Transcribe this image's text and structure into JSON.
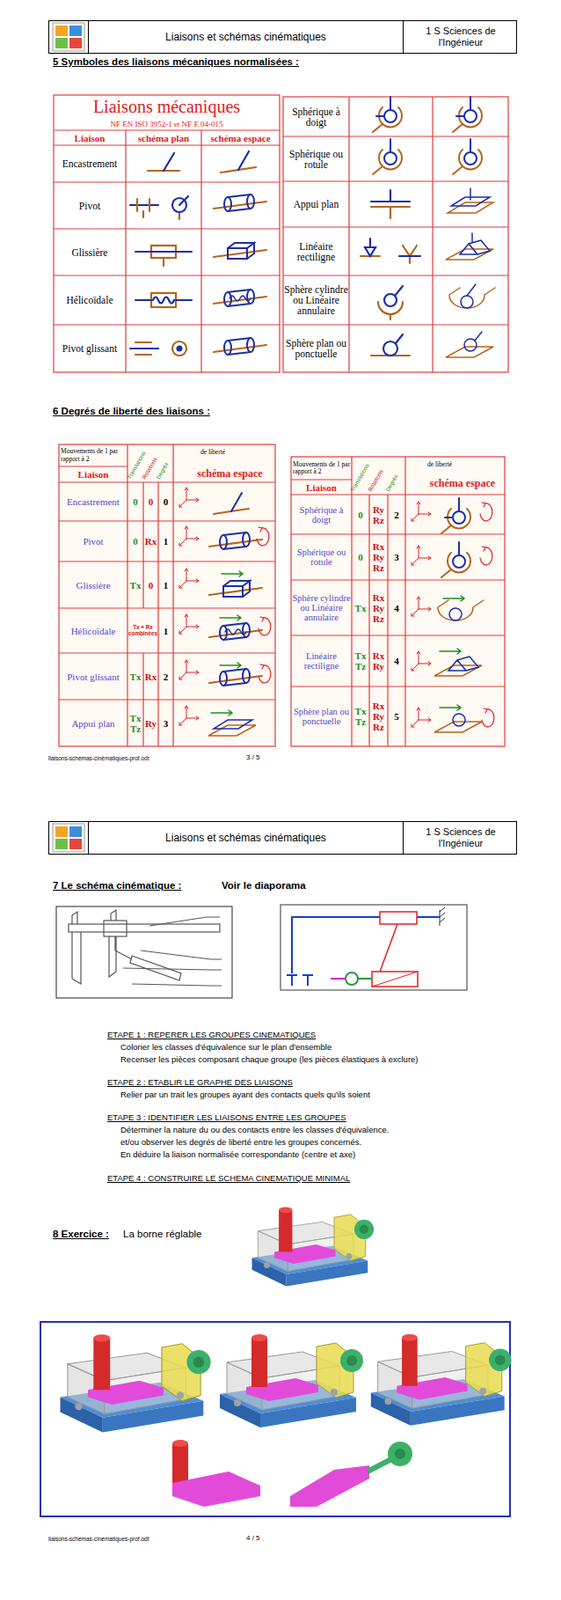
{
  "diagram": {
    "nodes": [
      {
        "text": [
          "Liaisons et schémas cinématiques",
          "1 S Sciences de l'Ingénieur"
        ]
      },
      {
        "text": [
          "Liaisons et schémas cinématiques",
          "1 S Sciences de l'Ingénieur"
        ]
      }
    ],
    "labels": [
      "5 Symboles des liaisons mécaniques normalisées :",
      "Liaisons mécaniques",
      "NF EN ISO 3952-1 et NF E 04-015",
      "Liaison",
      "schéma plan",
      "schéma espace",
      "Encastrement",
      "Pivot",
      "Glissière",
      "Hélicoïdale",
      "Pivot glissant",
      "Sphérique à doigt",
      "Sphérique ou rotule",
      "Appui plan",
      "Linéaire rectiligne",
      "Sphère cylindre ou Linéaire annulaire",
      "Sphère plan ou ponctuelle",
      "6 Degrés de liberté des liaisons :",
      "Mouvements de 1 par rapport à 2",
      "Translations",
      "Rotations",
      "Degrés",
      "de liberté",
      "Liaison",
      "schéma espace",
      "Encastrement",
      "0",
      "0",
      "0",
      "Pivot",
      "0",
      "Rx",
      "1",
      "Glissière",
      "Tx",
      "0",
      "1",
      "Hélicoïdale",
      "Tx + Rx combinées",
      "1",
      "Pivot glissant",
      "Tx",
      "Rx",
      "2",
      "Appui plan",
      "Tx Tz",
      "Ry",
      "3",
      "Mouvements de 1 par rapport à 2",
      "Translations",
      "Rotations",
      "Degrés",
      "de liberté",
      "Liaison",
      "schéma espace",
      "Sphérique à doigt",
      "0",
      "Ry Rz",
      "2",
      "Sphérique ou rotule",
      "0",
      "Rx Ry Rz",
      "3",
      "Sphère cylindre ou Linéaire annulaire",
      "Tx",
      "Rx Ry Rz",
      "4",
      "Linéaire rectiligne",
      "Tx Tz",
      "Rx Ry",
      "4",
      "Sphère plan ou ponctuelle",
      "Tx Tz",
      "Rx Ry Rz",
      "5",
      "liaisons-schémas-cinématiques-prof.odt",
      "3 / 5",
      "7 Le schéma cinématique :",
      "Voir le diaporama",
      "ETAPE 1 : REPERER LES GROUPES CINEMATIQUES",
      "Colorier les classes d'équivalence sur le plan d'ensemble",
      "Recenser les pièces composant chaque groupe (les pièces élastiques à exclure)",
      "ETAPE 2 : ETABLIR LE GRAPHE DES LIAISONS",
      "Relier par un trait les groupes ayant des contacts quels qu'ils soient",
      "ETAPE 3 : IDENTIFIER LES LIAISONS ENTRE LES GROUPES",
      "Déterminer la nature du ou des contacts entre les classes d'équivalence.",
      "et/ou observer les degrés de liberté entre les groupes concernés.",
      "En déduire la liaison normalisée correspondante (centre et axe)",
      "ETAPE 4 : CONSTRUIRE LE SCHEMA CINEMATIQUE MINIMAL",
      "8 Exercice :",
      "La borne réglable",
      "liaisons-schémas-cinématiques-prof.odt",
      "4 / 5"
    ]
  }
}
